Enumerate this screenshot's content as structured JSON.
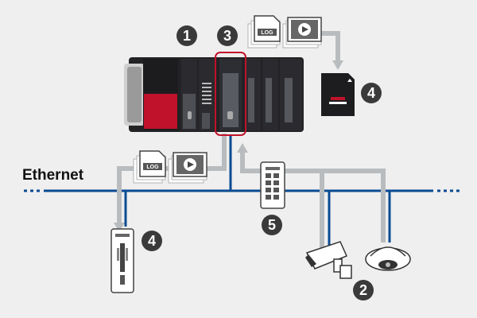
{
  "network_label": "Ethernet",
  "file_label": "LOG",
  "badges": {
    "b1": "1",
    "b2": "2",
    "b3": "3",
    "b4_sd": "4",
    "b4_pc": "4",
    "b5": "5"
  },
  "colors": {
    "plc_accent": "#c0122a",
    "network_line": "#0a4b93",
    "data_path": "#b9bcbe",
    "selection": "#c0122a"
  }
}
